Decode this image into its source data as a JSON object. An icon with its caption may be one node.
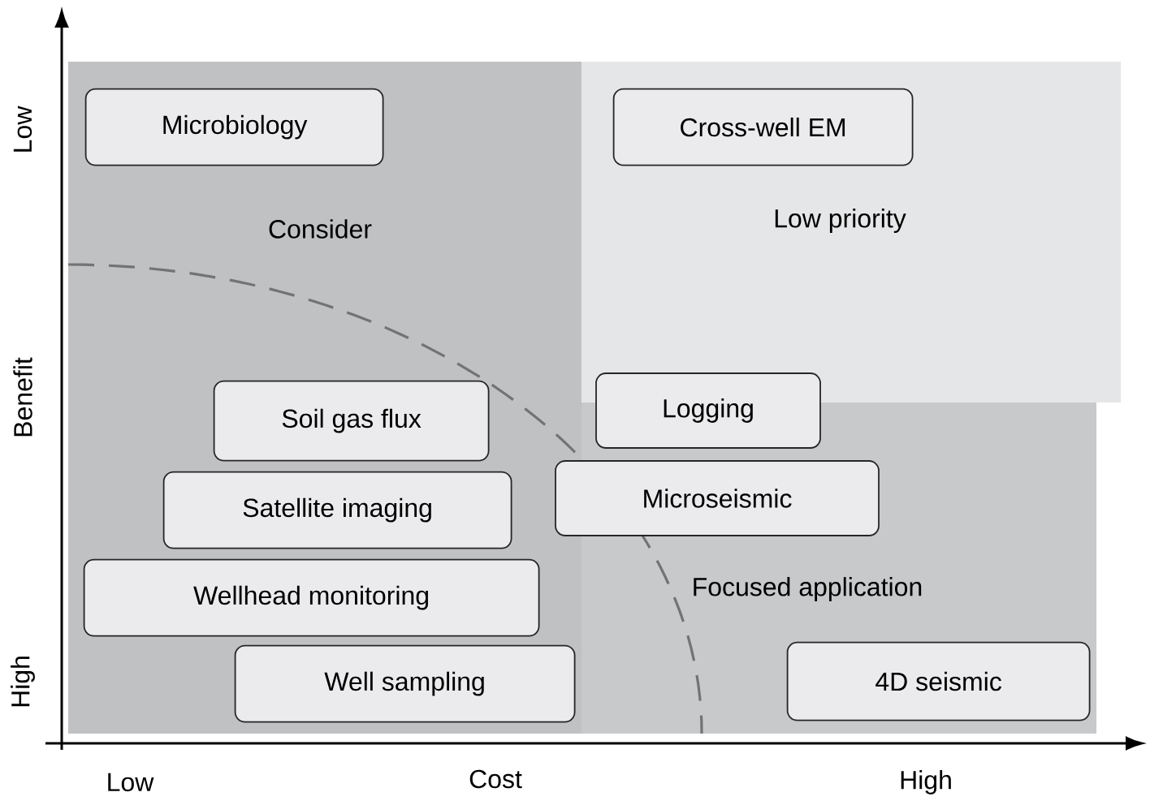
{
  "diagram": {
    "nodes": [
      {
        "text": [
          "Consider"
        ]
      },
      {
        "text": [
          "Low priority"
        ]
      },
      {
        "text": [
          "Focused application"
        ]
      },
      {
        "text": [
          "Microbiology"
        ],
        "in": 0
      },
      {
        "text": [
          "Cross-well EM"
        ],
        "in": 1
      },
      {
        "text": [
          "Logging"
        ]
      },
      {
        "text": [
          "Soil gas flux"
        ],
        "in": 0
      },
      {
        "text": [
          "Microseismic"
        ]
      },
      {
        "text": [
          "Satellite imaging"
        ],
        "in": 0
      },
      {
        "text": [
          "Wellhead monitoring"
        ],
        "in": 0
      },
      {
        "text": [
          "Well sampling"
        ],
        "in": 0
      },
      {
        "text": [
          "4D seismic"
        ],
        "in": 2
      }
    ],
    "labels": [
      "Low",
      "Benefit",
      "High",
      "Low",
      "Cost",
      "High"
    ]
  }
}
